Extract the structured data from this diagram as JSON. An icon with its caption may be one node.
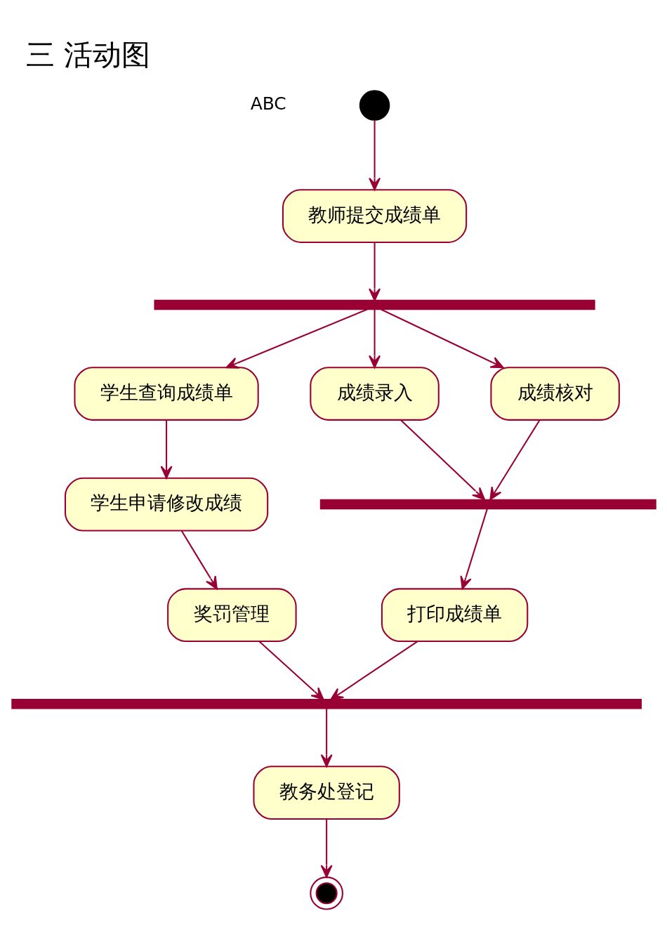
{
  "diagram": {
    "title": "三 活动图",
    "nodes": [
      {
        "text": [],
        "shape": "circle"
      },
      {
        "text": [
          "教师提交成绩单"
        ]
      },
      {
        "text": [],
        "shape": "bar"
      },
      {
        "text": [
          "学生查询成绩单"
        ]
      },
      {
        "text": [
          "成绩录入"
        ]
      },
      {
        "text": [
          "成绩核对"
        ]
      },
      {
        "text": [],
        "shape": "bar"
      },
      {
        "text": [
          "学生申请修改成绩"
        ]
      },
      {
        "text": [
          "打印成绩单"
        ]
      },
      {
        "text": [
          "奖罚管理"
        ]
      },
      {
        "text": [],
        "shape": "bar"
      },
      {
        "text": [
          "教务处登记"
        ]
      },
      {
        "text": [],
        "shape": "bullseye"
      }
    ],
    "edges": [
      {
        "from": 0,
        "to": 1,
        "arrow": "to"
      },
      {
        "from": 1,
        "to": 2,
        "arrow": "to"
      },
      {
        "from": 2,
        "to": 3,
        "arrow": "to"
      },
      {
        "from": 2,
        "to": 4,
        "arrow": "to"
      },
      {
        "from": 2,
        "to": 5,
        "arrow": "to"
      },
      {
        "from": 4,
        "to": 6,
        "arrow": "to"
      },
      {
        "from": 5,
        "to": 6,
        "arrow": "to"
      },
      {
        "from": 6,
        "to": 8,
        "arrow": "to"
      },
      {
        "from": 3,
        "to": 7,
        "arrow": "to"
      },
      {
        "from": 7,
        "to": 9,
        "arrow": "to"
      },
      {
        "from": 9,
        "to": 10,
        "arrow": "to"
      },
      {
        "from": 8,
        "to": 10,
        "arrow": "to"
      },
      {
        "from": 10,
        "to": 11,
        "arrow": "to"
      },
      {
        "from": 11,
        "to": 12,
        "arrow": "to"
      }
    ],
    "labels": [
      "ABC"
    ]
  }
}
